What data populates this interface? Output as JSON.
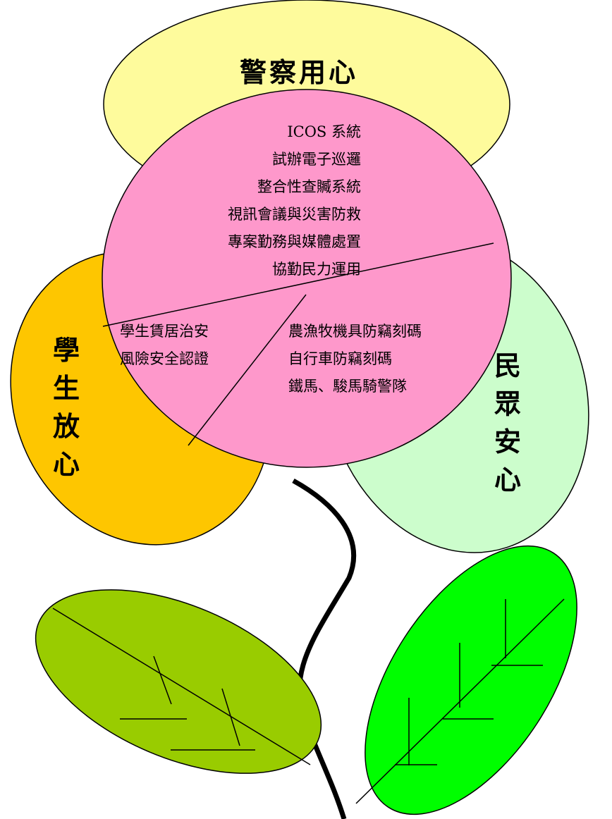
{
  "petals": {
    "top": {
      "title": "警察用心",
      "color": "#fefb9c"
    },
    "left": {
      "title": [
        "學",
        "生",
        "放",
        "心"
      ],
      "color": "#fec600"
    },
    "right": {
      "title": [
        "民",
        "眾",
        "安",
        "心"
      ],
      "color": "#ccfdcc"
    }
  },
  "center": {
    "color": "#fe98cb",
    "police_items": [
      "ICOS 系統",
      "試辦電子巡邏",
      "整合性查贓系統",
      "視訊會議與災害防救",
      "專案勤務與媒體處置",
      "協勤民力運用"
    ],
    "student_items": [
      "學生賃居治安",
      "風險安全認證"
    ],
    "public_items": [
      "農漁牧機具防竊刻碼",
      "自行車防竊刻碼",
      "鐵馬、駿馬騎警隊"
    ]
  },
  "leaves": {
    "left_color": "#99cc00",
    "right_color": "#00fe00"
  },
  "stem_color": "#000000"
}
